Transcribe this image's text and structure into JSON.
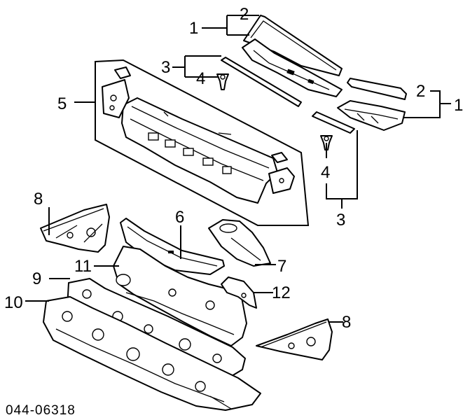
{
  "diagram": {
    "callouts": [
      {
        "label": "1"
      },
      {
        "label": "2"
      },
      {
        "label": "3"
      },
      {
        "label": "4"
      },
      {
        "label": "5"
      },
      {
        "label": "2"
      },
      {
        "label": "1"
      },
      {
        "label": "4"
      },
      {
        "label": "3"
      },
      {
        "label": "8"
      },
      {
        "label": "6"
      },
      {
        "label": "11"
      },
      {
        "label": "7"
      },
      {
        "label": "9"
      },
      {
        "label": "12"
      },
      {
        "label": "10"
      },
      {
        "label": "8"
      }
    ],
    "part_number": "044-06318"
  }
}
